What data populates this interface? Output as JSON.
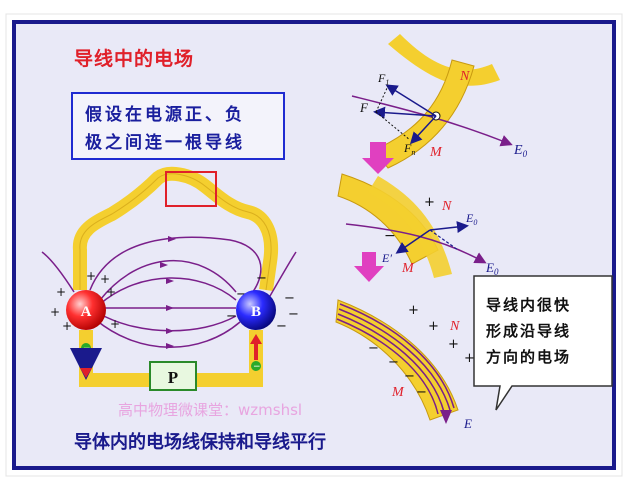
{
  "title": "导线中的电场",
  "note": {
    "line1": "假设在电源正、负",
    "line2": "极之间连一根导线"
  },
  "bottom_caption": "导体内的电场线保持和导线平行",
  "watermark": "高中物理微课堂：wzmshsl",
  "callout": {
    "line1": "导线内很快",
    "line2": "形成沿导线",
    "line3": "方向的电场"
  },
  "left_circuit": {
    "pos_label": "A",
    "neg_label": "B",
    "source_label": "P"
  },
  "diagram_labels": {
    "N": "N",
    "M": "M",
    "F": "F",
    "F1": "F",
    "F1_sub": "1",
    "Fn": "F",
    "Fn_sub": "n",
    "E0": "E",
    "E0_sub": "0",
    "Eprime": "E′",
    "E": "E"
  },
  "colors": {
    "background": "#e9e9f7",
    "border": "#1a1a8c",
    "wire": "#f4cf2f",
    "field_line": "#7a1f8a",
    "red": "#e0202a"
  }
}
